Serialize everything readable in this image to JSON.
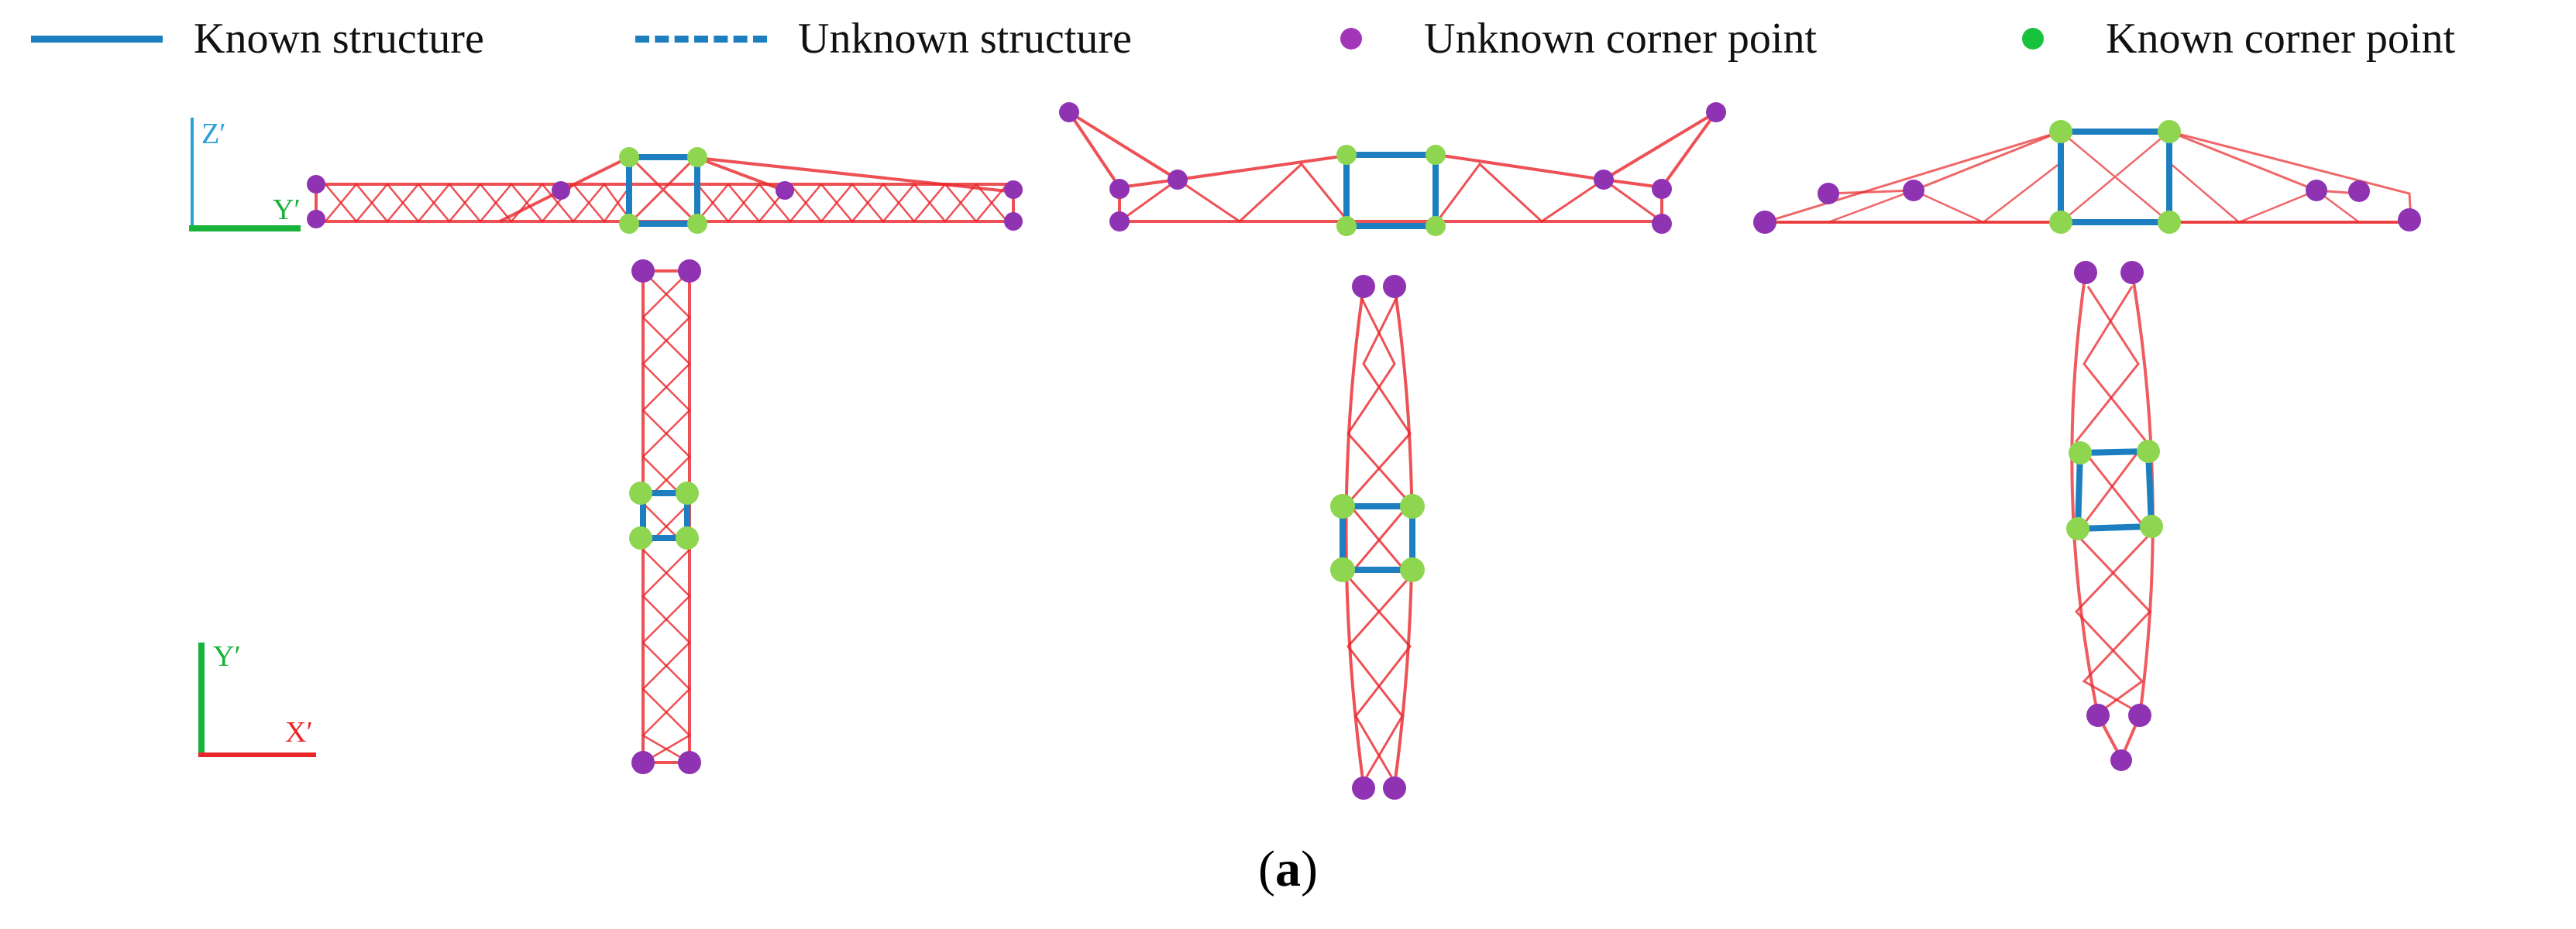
{
  "legend": {
    "known_structure": "Known structure",
    "unknown_structure": "Unknown structure",
    "unknown_corner": "Unknown corner point",
    "known_corner": "Known corner point"
  },
  "axes": {
    "top": {
      "vertical": "Z′",
      "horizontal": "Y′"
    },
    "bottom": {
      "vertical": "Y′",
      "horizontal": "X′"
    }
  },
  "caption": {
    "open": "(",
    "letter": "a",
    "close": ")"
  },
  "colors": {
    "truss": "#e8262a",
    "structure": "#1e7fc0",
    "unknown_point": "#a236b8",
    "known_point": "#8fd650",
    "axis_green": "#19b23a",
    "axis_blue": "#2a9fd8",
    "axis_red": "#e8262a"
  }
}
